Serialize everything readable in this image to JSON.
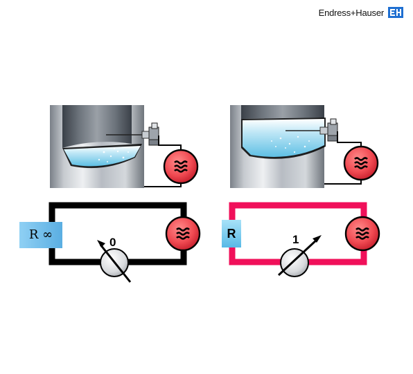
{
  "brand": {
    "name": "Endress+Hauser"
  },
  "left": {
    "resistance_label": "R ∞",
    "meter_value": "0",
    "circuit_color": "#000000"
  },
  "right": {
    "resistance_label": "R",
    "meter_value": "1",
    "circuit_color": "#f0105a"
  },
  "colors": {
    "liquid": "#7fd0ec",
    "oscillator_fill": "#f0505a",
    "label_bg": "#6fbde8",
    "brand_blue": "#1f6fd1"
  },
  "icons": {
    "oscillator": "oscillator-wave-icon",
    "meter": "meter-dial-icon",
    "probe": "level-probe-icon"
  }
}
